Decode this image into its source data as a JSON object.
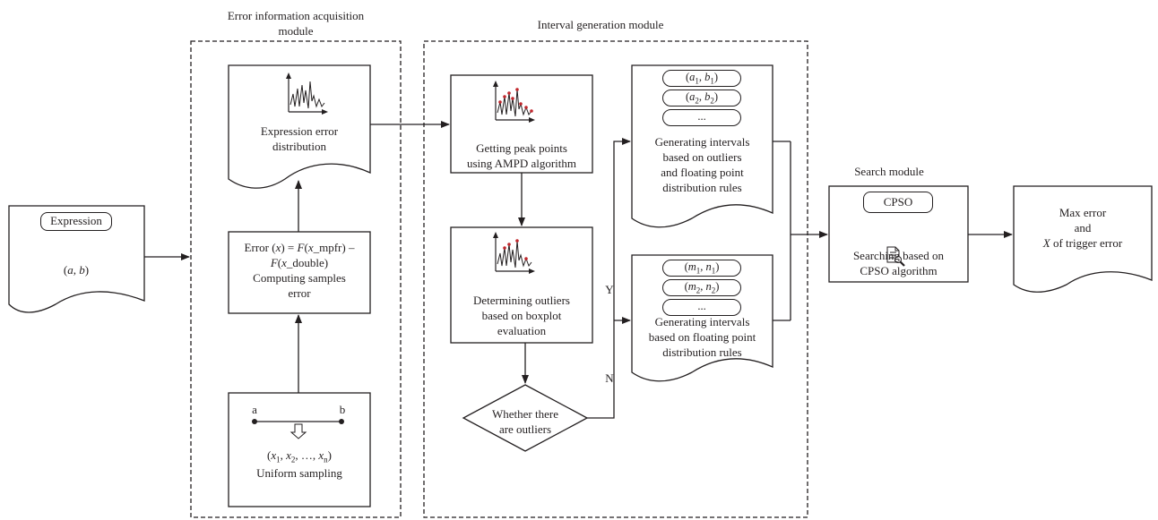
{
  "modules": {
    "error_info": "Error information acquisition\nmodule",
    "interval_gen": "Interval generation module",
    "search": "Search module"
  },
  "input": {
    "pill": "Expression",
    "range": "(*a*, *b*)"
  },
  "sampling": {
    "a": "a",
    "b": "b",
    "points": "(*x*_1_, *x*_2_, …, *x*_n_)",
    "label": "Uniform sampling"
  },
  "compute_error": {
    "label": "Error (*x*) = *F*(*x*_mpfr) –\n*F*(*x*_double)\nComputing samples\nerror"
  },
  "expr_error": {
    "label": "Expression error\ndistribution"
  },
  "peak": {
    "label": "Getting peak points\nusing AMPD algorithm"
  },
  "outliers": {
    "label": "Determining outliers\nbased on boxplot\nevaluation"
  },
  "decision": {
    "label": "Whether there\nare outliers",
    "yes": "Y",
    "no": "N"
  },
  "intervals_outliers": {
    "pills": [
      "(*a*_1_, *b*_1_)",
      "(*a*_2_, *b*_2_)",
      "..."
    ],
    "label": "Generating intervals\nbased on outliers\nand floating point\ndistribution rules"
  },
  "intervals_float": {
    "pills": [
      "(*m*_1_, *n*_1_)",
      "(*m*_2_, *n*_2_)",
      "..."
    ],
    "label": "Generating intervals\nbased on floating point\ndistribution rules"
  },
  "search": {
    "pill": "CPSO",
    "label": "Searching based on\nCPSO algorithm"
  },
  "output": {
    "label": "Max error\nand\n*X* of trigger error"
  }
}
